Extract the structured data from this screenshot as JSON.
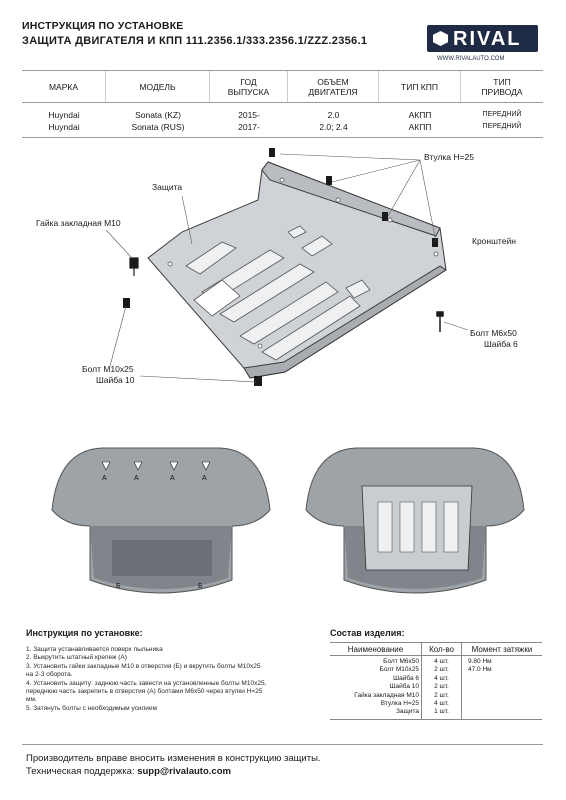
{
  "header": {
    "title_line1": "ИНСТРУКЦИЯ ПО УСТАНОВКЕ",
    "title_line2": "ЗАЩИТА ДВИГАТЕЛЯ И КПП 111.2356.1/333.2356.1/ZZZ.2356.1",
    "logo_text": "RIVAL",
    "logo_url": "WWW.RIVALAUTO.COM",
    "brand_color": "#1f2a44"
  },
  "vehicle_table": {
    "columns": [
      "МАРКА",
      "МОДЕЛЬ",
      "ГОД\nВЫПУСКА",
      "ОБЪЕМ\nДВИГАТЕЛЯ",
      "ТИП КПП",
      "ТИП\nПРИВОДА"
    ],
    "rows": [
      [
        "Huyndai",
        "Sonata (KZ)",
        "2015-",
        "2.0",
        "АКПП",
        "ПЕРЕДНИЙ"
      ],
      [
        "Huyndai",
        "Sonata (RUS)",
        "2017-",
        "2.0; 2.4",
        "АКПП",
        "ПЕРЕДНИЙ"
      ]
    ]
  },
  "diagram_labels": {
    "vtulka": "Втулка H=25",
    "zashita": "Защита",
    "gaika": "Гайка закладная М10",
    "kronshtein": "Кронштейн",
    "bolt_m6_1": "Болт М6х50",
    "bolt_m6_2": "Шайба 6",
    "bolt_m10_1": "Болт М10х25",
    "bolt_m10_2": "Шайба 10"
  },
  "photo_labels": {
    "a": "А",
    "b": "Б"
  },
  "instructions": {
    "title": "Инструкция по установке:",
    "steps": [
      "1. Защита устанавливается поверх пыльника",
      "2. Выкрутить штатный крепеж (А)",
      "3. Установить гайки закладные М10 в отверстия (Б) и вкрутить болты М10х25",
      "на  2-3 оборота.",
      "4. Установить защиту: заднюю часть завести на установленные болты М10х25,",
      "переднюю часть закрепить в отверстия (А) болтами М6х50 через втулки H=25",
      "мм.",
      "5. Затянуть болты с необходимым усилием"
    ]
  },
  "kit": {
    "title": "Состав изделия:",
    "headers": [
      "Наименование",
      "Кол-во",
      "Момент затяжки"
    ],
    "names": [
      "Болт М6х50",
      "Болт М10х25",
      "Шайба 6",
      "Шайба 10",
      "Гайка закладная М10",
      "Втулка H=25",
      "Защита"
    ],
    "quantities": [
      "4 шт.",
      "2 шт.",
      "4 шт.",
      "2 шт.",
      "2 шт.",
      "4 шт.",
      "1 шт."
    ],
    "torques": [
      "9.80 Нм",
      "47.0 Нм"
    ]
  },
  "footer": {
    "line1": "Производитель вправе вносить изменения в конструкцию защиты.",
    "support_label": "Техническая поддержка:",
    "support_email": "supp@rivalauto.com"
  }
}
